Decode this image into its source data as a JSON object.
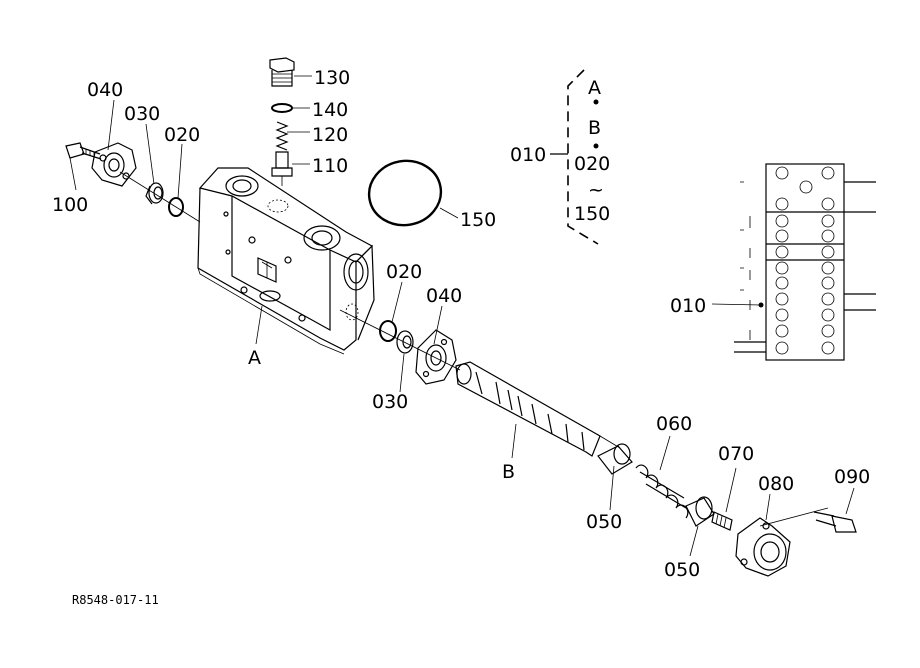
{
  "diagram": {
    "callouts": {
      "p130": "130",
      "p140": "140",
      "p120": "120",
      "p110": "110",
      "p040_left": "040",
      "p030_left": "030",
      "p020_left": "020",
      "p100": "100",
      "p150": "150",
      "p010_group": "010",
      "group_a": "A",
      "group_b": "B",
      "group_020": "020",
      "group_tilde": "~",
      "group_150": "150",
      "p010_inset": "010",
      "assy_a": "A",
      "p020_right": "020",
      "p040_right": "040",
      "p030_right": "030",
      "assy_b": "B",
      "p060": "060",
      "p070": "070",
      "p080": "080",
      "p090": "090",
      "p050_upper": "050",
      "p050_lower": "050"
    },
    "drawing_code": "R8548-017-11"
  }
}
